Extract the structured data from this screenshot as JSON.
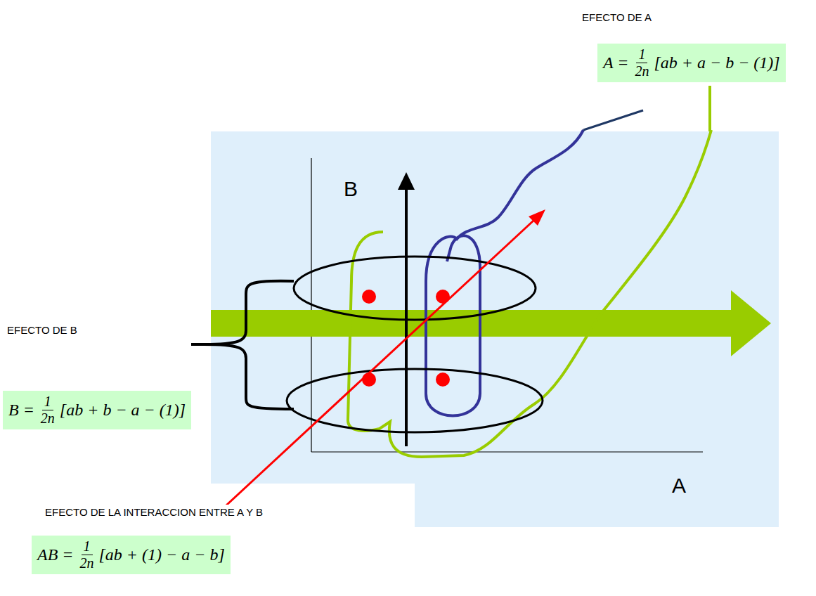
{
  "diagram": {
    "nodes": [
      {
        "text": [
          "A =",
          "1",
          "2n",
          "[ab + a − b − (1)]"
        ]
      },
      {
        "text": [
          "B =",
          "1",
          "2n",
          "[ab + b − a − (1)]"
        ]
      },
      {
        "text": [
          "AB =",
          "1",
          "2n",
          "[ab + (1) − a − b]"
        ]
      }
    ],
    "labels": [
      "EFECTO DE A",
      "B",
      "A",
      "EFECTO DE B",
      "EFECTO DE LA INTERACCION ENTRE A Y B"
    ]
  }
}
